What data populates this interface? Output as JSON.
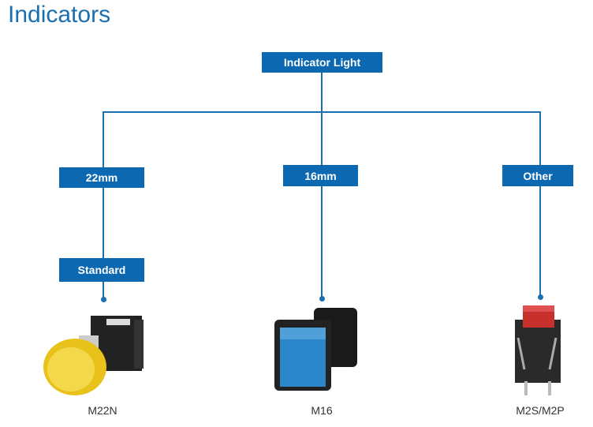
{
  "title": "Indicators",
  "root": "Indicator Light",
  "branches": {
    "b22": "22mm",
    "b16": "16mm",
    "other": "Other",
    "standard": "Standard"
  },
  "products": {
    "p1": "M22N",
    "p2": "M16",
    "p3": "M2S/M2P"
  },
  "colors": {
    "accent": "#0b68b1"
  }
}
